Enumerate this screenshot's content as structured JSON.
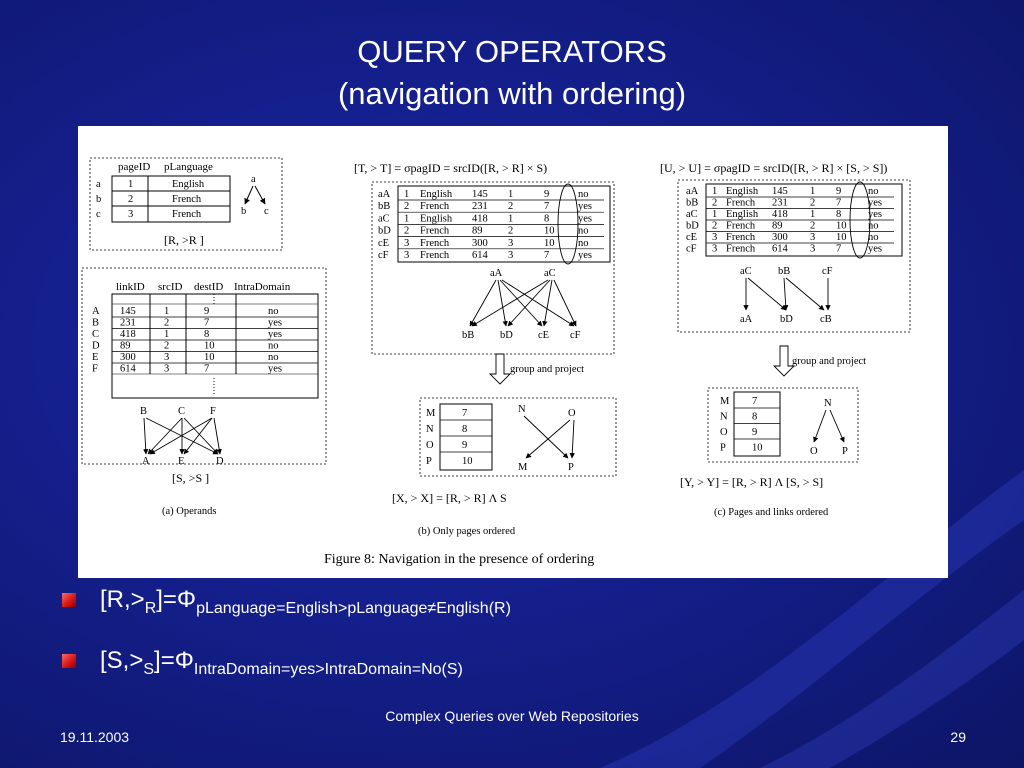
{
  "slide": {
    "title_line1": "QUERY OPERATORS",
    "title_line2": "(navigation with ordering)"
  },
  "figure": {
    "caption": "Figure 8: Navigation in the presence of ordering",
    "panel_a": {
      "table1_headers": [
        "pageID",
        "pLanguage"
      ],
      "table1_rows": [
        {
          "key": "a",
          "id": "1",
          "lang": "English"
        },
        {
          "key": "b",
          "id": "2",
          "lang": "French"
        },
        {
          "key": "c",
          "id": "3",
          "lang": "French"
        }
      ],
      "tree1_nodes": [
        "a",
        "b",
        "c"
      ],
      "table1_label": "[R, >R ]",
      "table2_headers": [
        "linkID",
        "srcID",
        "destID",
        "IntraDomain"
      ],
      "table2_rows": [
        {
          "key": "A",
          "link": "145",
          "src": "1",
          "dest": "9",
          "intra": "no"
        },
        {
          "key": "B",
          "link": "231",
          "src": "2",
          "dest": "7",
          "intra": "yes"
        },
        {
          "key": "C",
          "link": "418",
          "src": "1",
          "dest": "8",
          "intra": "yes"
        },
        {
          "key": "D",
          "link": "89",
          "src": "2",
          "dest": "10",
          "intra": "no"
        },
        {
          "key": "E",
          "link": "300",
          "src": "3",
          "dest": "10",
          "intra": "no"
        },
        {
          "key": "F",
          "link": "614",
          "src": "3",
          "dest": "7",
          "intra": "yes"
        }
      ],
      "graph_top": [
        "B",
        "C",
        "F"
      ],
      "graph_bottom": [
        "A",
        "E",
        "D"
      ],
      "table2_label": "[S, >S ]",
      "caption": "(a) Operands"
    },
    "panel_b": {
      "formula_top": "[T, > T] = σpagID = srcID([R, > R] × S)",
      "rows": [
        [
          "aA",
          "1",
          "English",
          "145",
          "1",
          "9",
          "no"
        ],
        [
          "bB",
          "2",
          "French",
          "231",
          "2",
          "7",
          "yes"
        ],
        [
          "aC",
          "1",
          "English",
          "418",
          "1",
          "8",
          "yes"
        ],
        [
          "bD",
          "2",
          "French",
          "89",
          "2",
          "10",
          "no"
        ],
        [
          "cE",
          "3",
          "French",
          "300",
          "3",
          "10",
          "no"
        ],
        [
          "cF",
          "3",
          "French",
          "614",
          "3",
          "7",
          "yes"
        ]
      ],
      "graph_top": [
        "aA",
        "aC"
      ],
      "graph_bottom": [
        "bB",
        "bD",
        "cE",
        "cF"
      ],
      "arrow_label": "group and project",
      "result_rows": [
        [
          "M",
          "7"
        ],
        [
          "N",
          "8"
        ],
        [
          "O",
          "9"
        ],
        [
          "P",
          "10"
        ]
      ],
      "tree_nodes": [
        "N",
        "O",
        "M",
        "P"
      ],
      "formula_bottom": "[X, > X] = [R, > R] Λ S",
      "caption": "(b) Only pages ordered"
    },
    "panel_c": {
      "formula_top": "[U, > U] = σpagID = srcID([R, > R] × [S, > S])",
      "rows": [
        [
          "aA",
          "1",
          "English",
          "145",
          "1",
          "9",
          "no"
        ],
        [
          "bB",
          "2",
          "French",
          "231",
          "2",
          "7",
          "yes"
        ],
        [
          "aC",
          "1",
          "English",
          "418",
          "1",
          "8",
          "yes"
        ],
        [
          "bD",
          "2",
          "French",
          "89",
          "2",
          "10",
          "no"
        ],
        [
          "cE",
          "3",
          "French",
          "300",
          "3",
          "10",
          "no"
        ],
        [
          "cF",
          "3",
          "French",
          "614",
          "3",
          "7",
          "yes"
        ]
      ],
      "graph_top": [
        "aC",
        "bB",
        "cF"
      ],
      "graph_bottom": [
        "aA",
        "bD",
        "cB"
      ],
      "arrow_label": "group and project",
      "result_rows": [
        [
          "M",
          "7"
        ],
        [
          "N",
          "8"
        ],
        [
          "O",
          "9"
        ],
        [
          "P",
          "10"
        ]
      ],
      "tree_nodes": [
        "N",
        "O",
        "P"
      ],
      "formula_bottom": "[Y, > Y] = [R, > R] Λ [S, > S]",
      "caption": "(c) Pages and links ordered"
    }
  },
  "bullets": [
    {
      "main": "[R,>",
      "sub1": "R",
      "mid": "]=Φ",
      "sub2": "pLanguage=English>pLanguage≠English(R)"
    },
    {
      "main": "[S,>",
      "sub1": "S",
      "mid": "]=Φ",
      "sub2": "IntraDomain=yes>IntraDomain=No(S)"
    }
  ],
  "footer": {
    "date": "19.11.2003",
    "center": "Complex Queries over Web Repositories",
    "page": "29"
  },
  "colors": {
    "background": "#141f8c",
    "bullet": "#d81818"
  }
}
